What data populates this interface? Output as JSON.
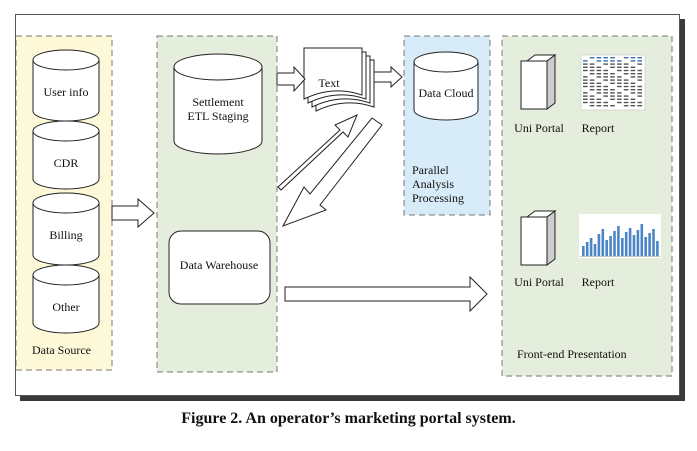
{
  "data_source": {
    "title": "Data Source",
    "items": [
      "User info",
      "CDR",
      "Billing",
      "Other"
    ]
  },
  "staging": {
    "settlement_line1": "Settlement",
    "settlement_line2": "ETL Staging",
    "warehouse": "Data Warehouse"
  },
  "text_docs": {
    "label": "Text"
  },
  "cloud": {
    "label": "Data Cloud",
    "caption_lines": [
      "Parallel",
      "Analysis",
      "Processing"
    ]
  },
  "frontend": {
    "title": "Front-end Presentation",
    "row1": {
      "portal": "Uni Portal",
      "report": "Report"
    },
    "row2": {
      "portal": "Uni Portal",
      "report": "Report"
    }
  },
  "caption": "Figure 2. An operator’s marketing portal system.",
  "colors": {
    "data_source_fill": "#fdf8d8",
    "warehouse_panel_fill": "#e5eedc",
    "cloud_fill": "#d8ebf8",
    "frontend_fill": "#e5eedc",
    "bar_chart": "#4b86c7"
  }
}
